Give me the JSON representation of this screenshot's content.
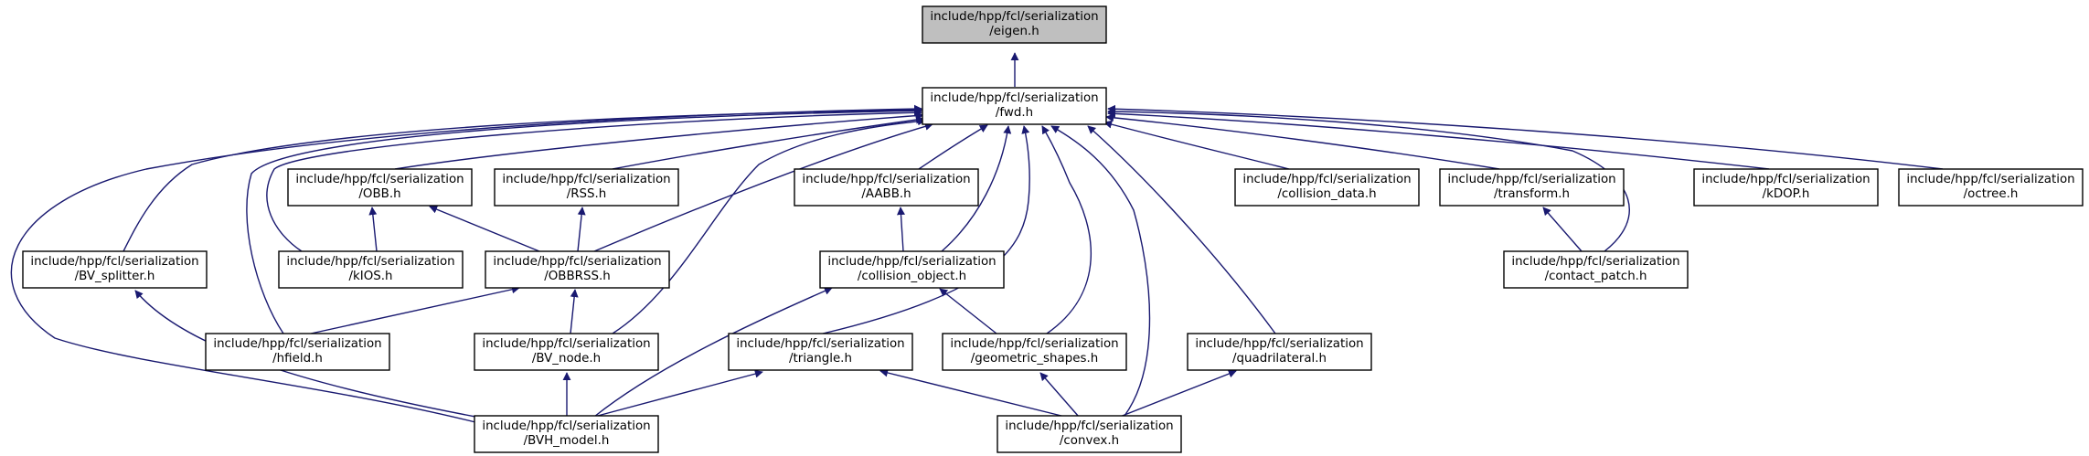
{
  "colors": {
    "edge": "#191970",
    "root_fill": "#bfbfbf",
    "node_fill": "#ffffff"
  },
  "nodes": {
    "eigen": {
      "line1": "include/hpp/fcl/serialization",
      "line2": "/eigen.h"
    },
    "fwd": {
      "line1": "include/hpp/fcl/serialization",
      "line2": "/fwd.h"
    },
    "obb": {
      "line1": "include/hpp/fcl/serialization",
      "line2": "/OBB.h"
    },
    "rss": {
      "line1": "include/hpp/fcl/serialization",
      "line2": "/RSS.h"
    },
    "aabb": {
      "line1": "include/hpp/fcl/serialization",
      "line2": "/AABB.h"
    },
    "collision_data": {
      "line1": "include/hpp/fcl/serialization",
      "line2": "/collision_data.h"
    },
    "transform": {
      "line1": "include/hpp/fcl/serialization",
      "line2": "/transform.h"
    },
    "kdop": {
      "line1": "include/hpp/fcl/serialization",
      "line2": "/kDOP.h"
    },
    "octree": {
      "line1": "include/hpp/fcl/serialization",
      "line2": "/octree.h"
    },
    "bv_splitter": {
      "line1": "include/hpp/fcl/serialization",
      "line2": "/BV_splitter.h"
    },
    "kios": {
      "line1": "include/hpp/fcl/serialization",
      "line2": "/kIOS.h"
    },
    "obbrss": {
      "line1": "include/hpp/fcl/serialization",
      "line2": "/OBBRSS.h"
    },
    "collision_object": {
      "line1": "include/hpp/fcl/serialization",
      "line2": "/collision_object.h"
    },
    "contact_patch": {
      "line1": "include/hpp/fcl/serialization",
      "line2": "/contact_patch.h"
    },
    "hfield": {
      "line1": "include/hpp/fcl/serialization",
      "line2": "/hfield.h"
    },
    "bv_node": {
      "line1": "include/hpp/fcl/serialization",
      "line2": "/BV_node.h"
    },
    "triangle": {
      "line1": "include/hpp/fcl/serialization",
      "line2": "/triangle.h"
    },
    "geometric_shapes": {
      "line1": "include/hpp/fcl/serialization",
      "line2": "/geometric_shapes.h"
    },
    "quadrilateral": {
      "line1": "include/hpp/fcl/serialization",
      "line2": "/quadrilateral.h"
    },
    "bvh_model": {
      "line1": "include/hpp/fcl/serialization",
      "line2": "/BVH_model.h"
    },
    "convex": {
      "line1": "include/hpp/fcl/serialization",
      "line2": "/convex.h"
    }
  },
  "edges": [
    [
      "fwd",
      "eigen"
    ],
    [
      "obb",
      "fwd"
    ],
    [
      "rss",
      "fwd"
    ],
    [
      "aabb",
      "fwd"
    ],
    [
      "collision_data",
      "fwd"
    ],
    [
      "transform",
      "fwd"
    ],
    [
      "kdop",
      "fwd"
    ],
    [
      "octree",
      "fwd"
    ],
    [
      "bv_splitter",
      "fwd"
    ],
    [
      "kios",
      "fwd"
    ],
    [
      "obbrss",
      "fwd"
    ],
    [
      "collision_object",
      "fwd"
    ],
    [
      "contact_patch",
      "fwd"
    ],
    [
      "hfield",
      "fwd"
    ],
    [
      "bv_node",
      "fwd"
    ],
    [
      "triangle",
      "fwd"
    ],
    [
      "geometric_shapes",
      "fwd"
    ],
    [
      "quadrilateral",
      "fwd"
    ],
    [
      "bvh_model",
      "fwd"
    ],
    [
      "convex",
      "fwd"
    ],
    [
      "kios",
      "obb"
    ],
    [
      "obbrss",
      "obb"
    ],
    [
      "obbrss",
      "rss"
    ],
    [
      "collision_object",
      "aabb"
    ],
    [
      "contact_patch",
      "transform"
    ],
    [
      "bvh_model",
      "bv_splitter"
    ],
    [
      "hfield",
      "obbrss"
    ],
    [
      "bv_node",
      "obbrss"
    ],
    [
      "bvh_model",
      "collision_object"
    ],
    [
      "geometric_shapes",
      "collision_object"
    ],
    [
      "bvh_model",
      "bv_node"
    ],
    [
      "bvh_model",
      "triangle"
    ],
    [
      "convex",
      "triangle"
    ],
    [
      "convex",
      "geometric_shapes"
    ],
    [
      "convex",
      "quadrilateral"
    ]
  ]
}
